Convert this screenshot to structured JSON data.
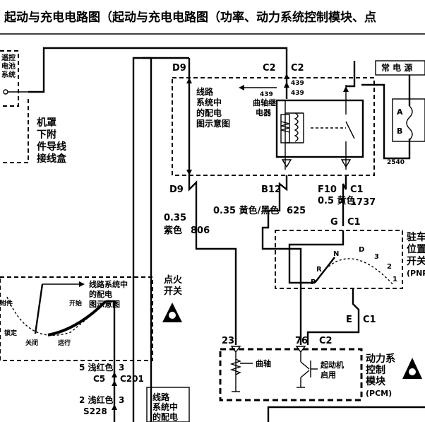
{
  "title": "起动与充电电路图（起动与充电电路图（功率、动力系统控制模块、点",
  "left_module": [
    "遥控",
    "电池",
    "系统"
  ],
  "ground_note": [
    "机罩",
    "下附",
    "件导线",
    "接线盒"
  ],
  "relay_note": [
    "线路",
    "系统中",
    "的配电",
    "图示意图"
  ],
  "relay_name": [
    "439",
    "曲轴继",
    "电器"
  ],
  "always_hot": "常 电 源",
  "fuse_a": "A",
  "fuse_b": "B",
  "circuit_2540": "2540",
  "pins": {
    "d9_top": "D9",
    "c2_a": "C2",
    "c2_b": "C2",
    "n439_a": "439",
    "n439_b": "439",
    "d9_bot": "D9",
    "b12": "B12",
    "f10": "F10",
    "c1_top": "C1",
    "g": "G",
    "c1_mid": "C1",
    "e": "E",
    "c1_bot": "C1",
    "p23": "23",
    "p76": "76",
    "c2_pcm": "C2"
  },
  "wires": {
    "w1": "0.35",
    "w1_color": "紫色",
    "w1_num": "806",
    "w2": "0.35 黄色/黑色",
    "w2_num": "625",
    "w3": "0.5 黄色",
    "w3_num": "1737",
    "w4": "5 浅红色",
    "w4_pin": "3",
    "w4_conn": "C5",
    "w4_conn2": "C201",
    "w5": "2 浅红色",
    "w5_pin": "3",
    "w5_conn": "S228"
  },
  "ign_note": [
    "线路系统中",
    "的配电",
    "图示意图"
  ],
  "ign_switch": [
    "点火",
    "开关"
  ],
  "ign_positions": [
    "附件",
    "锁定",
    "关闭",
    "运行",
    "开始"
  ],
  "park_switch": [
    "驻车",
    "位置",
    "开关",
    "(PNP)"
  ],
  "prnd": [
    "N",
    "D",
    "3",
    "2",
    "1",
    "R",
    "P"
  ],
  "pcm_labels": [
    "曲轴",
    "起动机",
    "启用"
  ],
  "pcm_name": [
    "动力系",
    "控制",
    "模块",
    "(PCM)"
  ],
  "bottom_note": [
    "线路",
    "系统中",
    "的配电"
  ]
}
